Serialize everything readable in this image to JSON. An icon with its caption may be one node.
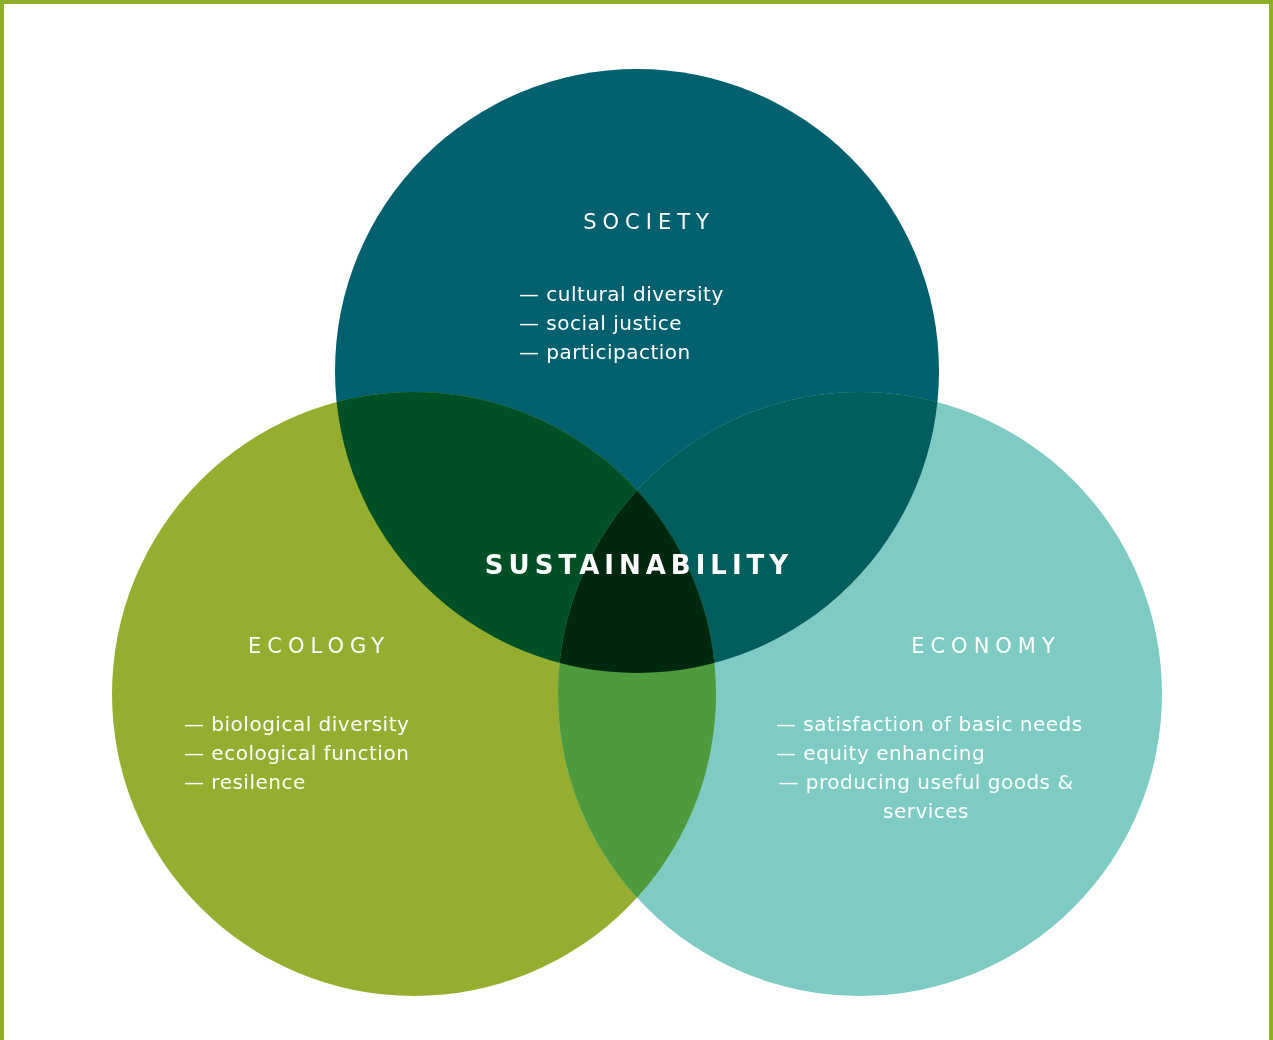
{
  "diagram": {
    "nodes": [
      {
        "text": [
          "SOCIETY",
          "— cultural diversity",
          "— social justice",
          "— participaction"
        ]
      },
      {
        "text": [
          "ECOLOGY",
          "— biological diversity",
          "— ecological function",
          "— resilence"
        ]
      },
      {
        "text": [
          "ECONOMY",
          "— satisfaction of basic needs",
          "— equity enhancing",
          "— producing useful goods & services"
        ]
      }
    ],
    "labels": [
      "SUSTAINABILITY"
    ]
  }
}
